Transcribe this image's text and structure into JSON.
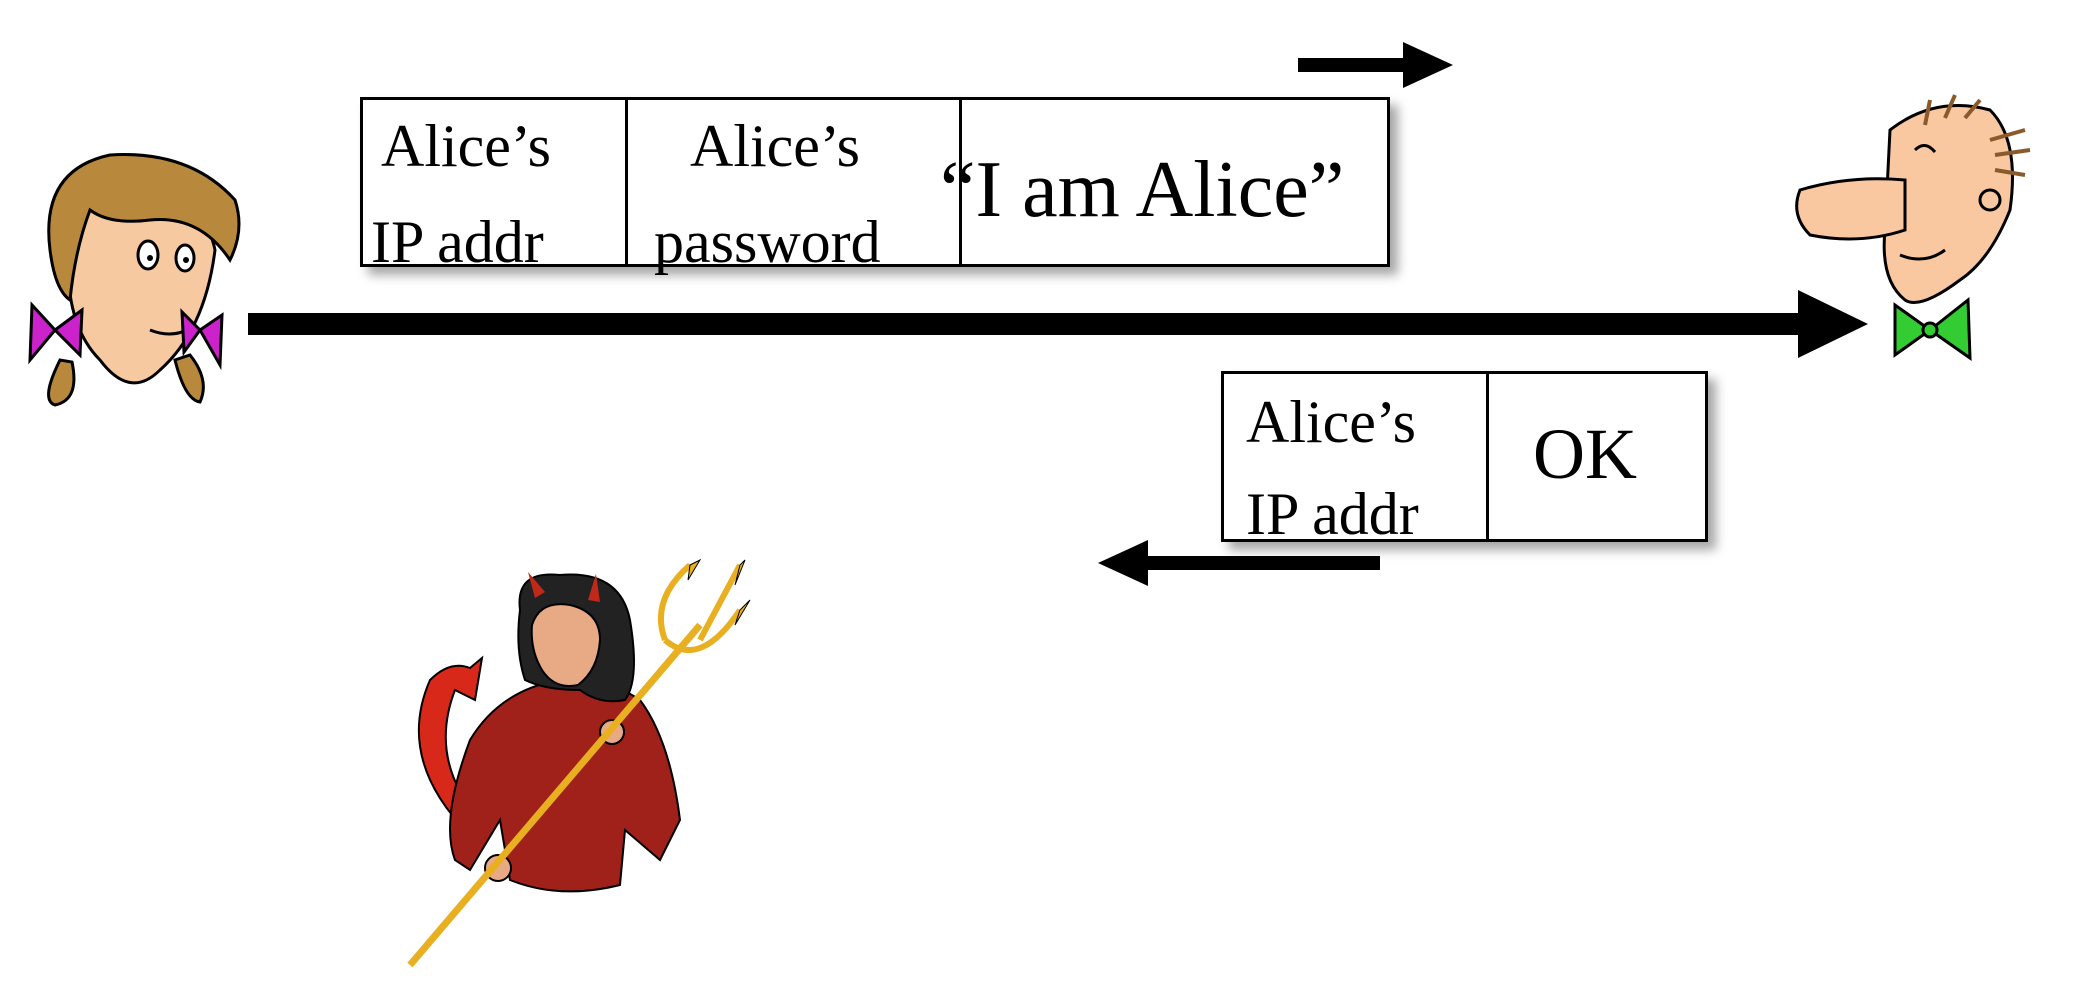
{
  "message_to_bob": {
    "fields": [
      {
        "lines": [
          "Alice’s",
          "IP addr"
        ]
      },
      {
        "lines": [
          "Alice’s",
          "password"
        ]
      },
      {
        "lines": [
          "“I am Alice”"
        ]
      }
    ]
  },
  "reply_to_alice": {
    "fields": [
      {
        "lines": [
          "Alice’s",
          "IP addr"
        ]
      },
      {
        "lines": [
          "OK"
        ]
      }
    ]
  },
  "characters": [
    "alice-icon",
    "bob-icon",
    "trudy-devil-icon"
  ],
  "colors": {
    "alice_hair": "#b8893d",
    "alice_skin": "#f7c9a0",
    "alice_bow": "#cc22cc",
    "bob_skin": "#f9c7a0",
    "bob_bowtie": "#33cc33",
    "trudy_dress": "#a0201a",
    "trudy_hair": "#222222",
    "pitchfork": "#e8b020"
  }
}
